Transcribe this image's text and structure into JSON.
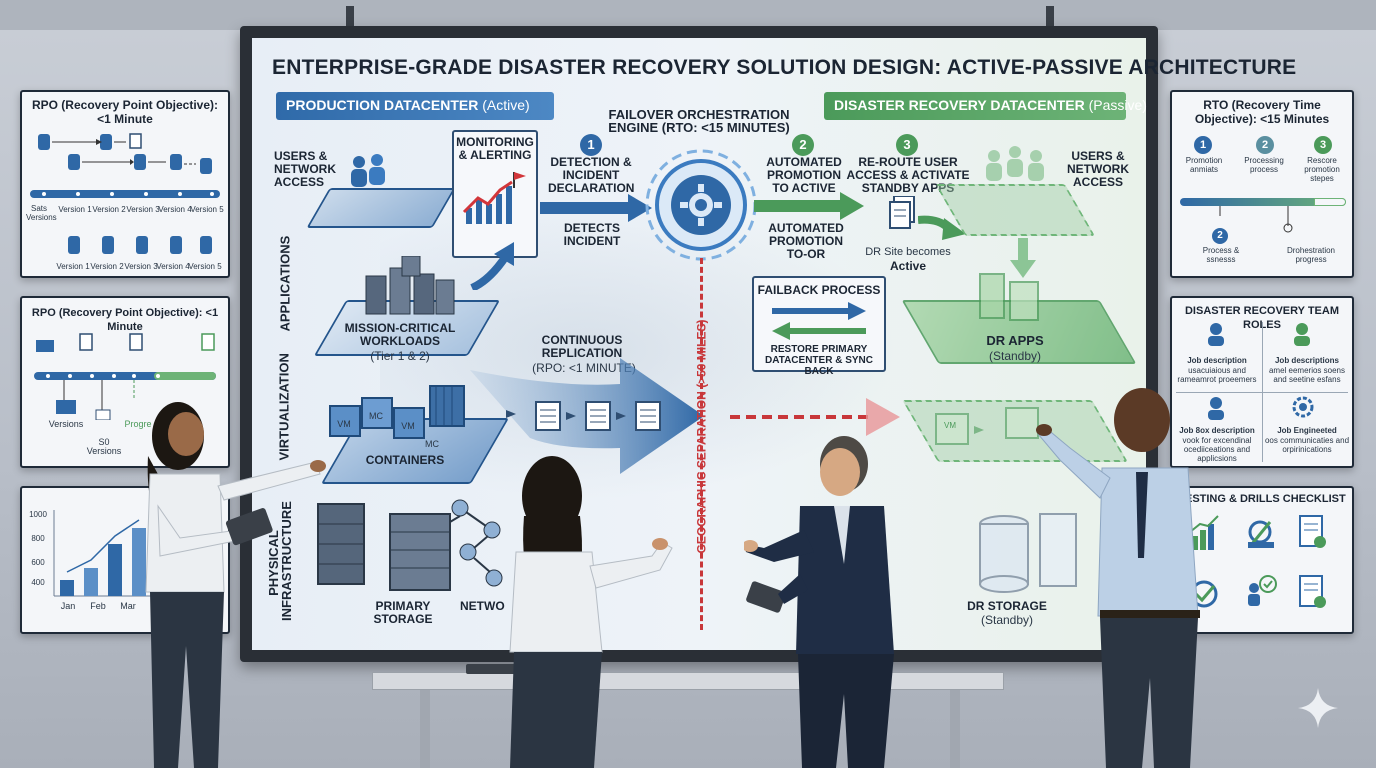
{
  "title": "ENTERPRISE-GRADE DISASTER RECOVERY SOLUTION DESIGN: ACTIVE-PASSIVE ARCHITECTURE",
  "production": {
    "header_bold": "PRODUCTION DATACENTER",
    "header_state": "(Active)",
    "users_label": "USERS & NETWORK ACCESS",
    "monitoring_label": "MONITORING & ALERTING",
    "layer_applications": "APPLICATIONS",
    "layer_virtualization": "VIRTUALIZATION",
    "layer_physical": "PHYSICAL INFRASTRUCTURE",
    "workloads_label": "MISSION-CRITICAL WORKLOADS",
    "workloads_sub": "(Tier 1 & 2)",
    "containers_label": "CONTAINERS",
    "vm_labels": [
      "VM",
      "MC",
      "VM",
      "MC"
    ],
    "storage_label": "PRIMARY STORAGE",
    "network_label": "NETWO"
  },
  "orchestration": {
    "title_line1": "FAILOVER ORCHESTRATION",
    "title_line2": "ENGINE (RTO: <15 MINUTES)",
    "steps": [
      {
        "num": "1",
        "label": "DETECTION & INCIDENT DECLARATION"
      },
      {
        "num": "2",
        "label": "AUTOMATED PROMOTION TO ACTIVE"
      },
      {
        "num": "3",
        "label": "RE-ROUTE USER ACCESS & ACTIVATE STANDBY APPS"
      }
    ],
    "detects_incident": "DETECTS INCIDENT",
    "automated_promotion": "AUTOMATED PROMOTION TO-OR",
    "dr_site_becomes": "DR Site becomes",
    "dr_site_active": "Active",
    "replication_title": "CONTINUOUS REPLICATION",
    "replication_rpo": "(RPO: <1 MINUTE)",
    "geo_separation": "GEOGRAPHIC SEPARATION (>50 MILES)",
    "failback_title": "FAILBACK PROCESS",
    "failback_desc": "RESTORE PRIMARY DATACENTER & SYNC BACK"
  },
  "dr": {
    "header_bold": "DISASTER RECOVERY DATACENTER",
    "header_state": "(Passive)",
    "users_label": "USERS & NETWORK ACCESS",
    "apps_label": "DR APPS",
    "apps_state": "(Standby)",
    "storage_label": "DR STORAGE",
    "storage_state": "(Standby)",
    "vm_label": "VM"
  },
  "left_panel_1": {
    "title": "RPO (Recovery Point Objective): <1 Minute",
    "top_labels": [
      "Sats Versions",
      "Version 1",
      "Version 2",
      "Version 3",
      "Version 4",
      "Version 5"
    ],
    "bottom_labels": [
      "Version 1",
      "Version 2",
      "Version 3",
      "Version 4",
      "Version 5"
    ]
  },
  "left_panel_2": {
    "title": "RPO (Recovery Point Objective): <1 Minute",
    "labels": [
      "Versions",
      "S0 Versions",
      "Progre"
    ]
  },
  "left_panel_3": {
    "y_ticks": [
      "1000",
      "800",
      "600",
      "400"
    ],
    "x_ticks": [
      "Jan",
      "Feb",
      "Mar"
    ],
    "bars": [
      0.2,
      0.35,
      0.65,
      0.85
    ]
  },
  "right_panel_1": {
    "title": "RTO (Recovery Time Objective): <15 Minutes",
    "steps": [
      {
        "num": "1",
        "label": "Promotion anmiats"
      },
      {
        "num": "2",
        "label": "Processing process"
      },
      {
        "num": "3",
        "label": "Rescore promotion stepes"
      }
    ],
    "bottom_labels": [
      {
        "num": "2",
        "label": "Process & ssnesss"
      },
      {
        "num": "",
        "label": "Drohestration progress"
      }
    ]
  },
  "right_panel_2": {
    "title": "DISASTER RECOVERY TEAM ROLES",
    "roles": [
      {
        "title": "Job description",
        "desc": "usacuiaious and rameamrot proeemers"
      },
      {
        "title": "Job descriptions",
        "desc": "amel eemerios soens and seetine esfans"
      },
      {
        "title": "Job 8ox description",
        "desc": "vook for excendinal ocediiceations and applicsions"
      },
      {
        "title": "Job Engineeted",
        "desc": "oos communicaties and orpirinications"
      }
    ]
  },
  "right_panel_3": {
    "title": "TESTING & DRILLS CHECKLIST"
  },
  "colors": {
    "prod_blue": "#2f68a6",
    "dr_green": "#4b9a5a",
    "geo_red": "#c8373a"
  }
}
